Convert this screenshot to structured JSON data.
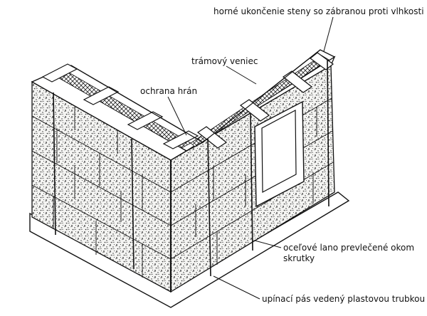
{
  "diagram": {
    "labels": {
      "top_finish": "horné ukončenie steny so zábranou proti vlhkosti",
      "beam_collar": "trámový veniec",
      "edge_protection": "ochrana hrán",
      "steel_cable": "oceľové lano prevlečené okom\nskrutky",
      "strap": "upínací pás vedený plastovou trubkou"
    },
    "colors": {
      "ink": "#111111",
      "paper": "#ffffff",
      "bale_fill": "#f4f4f2",
      "texture": "#2a2a2a"
    }
  }
}
